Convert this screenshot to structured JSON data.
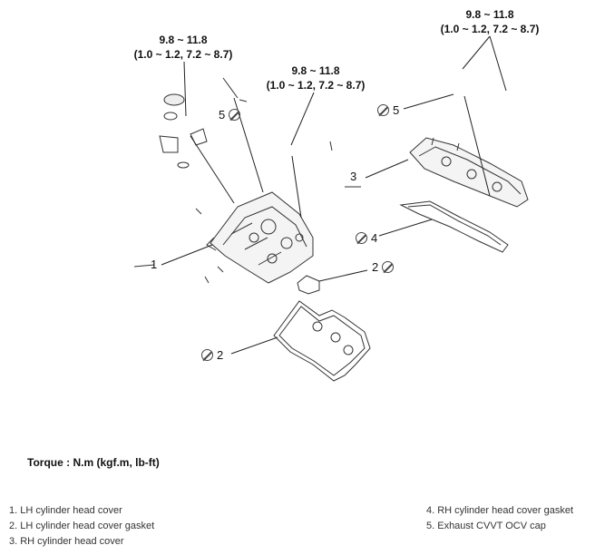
{
  "torque_labels": {
    "top_right": {
      "line1": "9.8 ~ 11.8",
      "line2": "(1.0 ~ 1.2, 7.2 ~ 8.7)"
    },
    "top_left": {
      "line1": "9.8 ~ 11.8",
      "line2": "(1.0 ~ 1.2, 7.2 ~ 8.7)"
    },
    "middle": {
      "line1": "9.8 ~ 11.8",
      "line2": "(1.0 ~ 1.2, 7.2 ~ 8.7)"
    }
  },
  "callouts": {
    "c1": "1",
    "c2a": "2",
    "c2b": "2",
    "c3": "3",
    "c4": "4",
    "c5a": "5",
    "c5b": "5"
  },
  "torque_heading": "Torque : N.m (kgf.m, lb-ft)",
  "legend": {
    "left": [
      "1. LH cylinder head cover",
      "2. LH cylinder head cover gasket",
      "3. RH cylinder head cover"
    ],
    "right": [
      "4. RH cylinder head cover gasket",
      "5. Exhaust CVVT OCV cap"
    ]
  }
}
